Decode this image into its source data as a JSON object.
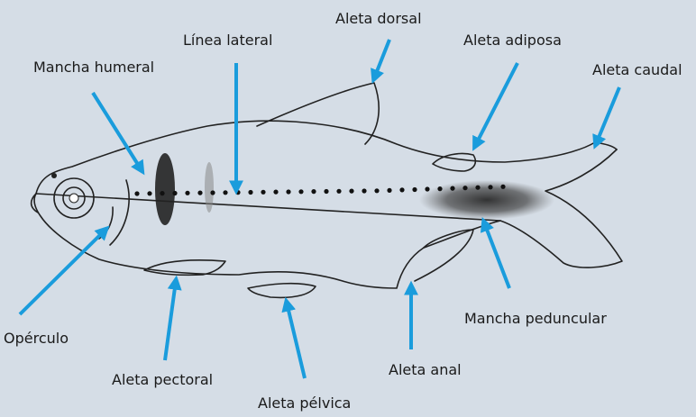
{
  "labels": {
    "aleta_dorsal": "Aleta dorsal",
    "linea_lateral": "Línea lateral",
    "aleta_adiposa": "Aleta adiposa",
    "mancha_humeral": "Mancha humeral",
    "aleta_caudal": "Aleta caudal",
    "operculo": "Opérculo",
    "mancha_peduncular": "Mancha peduncular",
    "aleta_anal": "Aleta anal",
    "aleta_pectoral": "Aleta pectoral",
    "aleta_pelvica": "Aleta pélvica"
  },
  "colors": {
    "background": "#d5dde6",
    "arrow": "#1a9cdc",
    "outline": "#222222"
  }
}
